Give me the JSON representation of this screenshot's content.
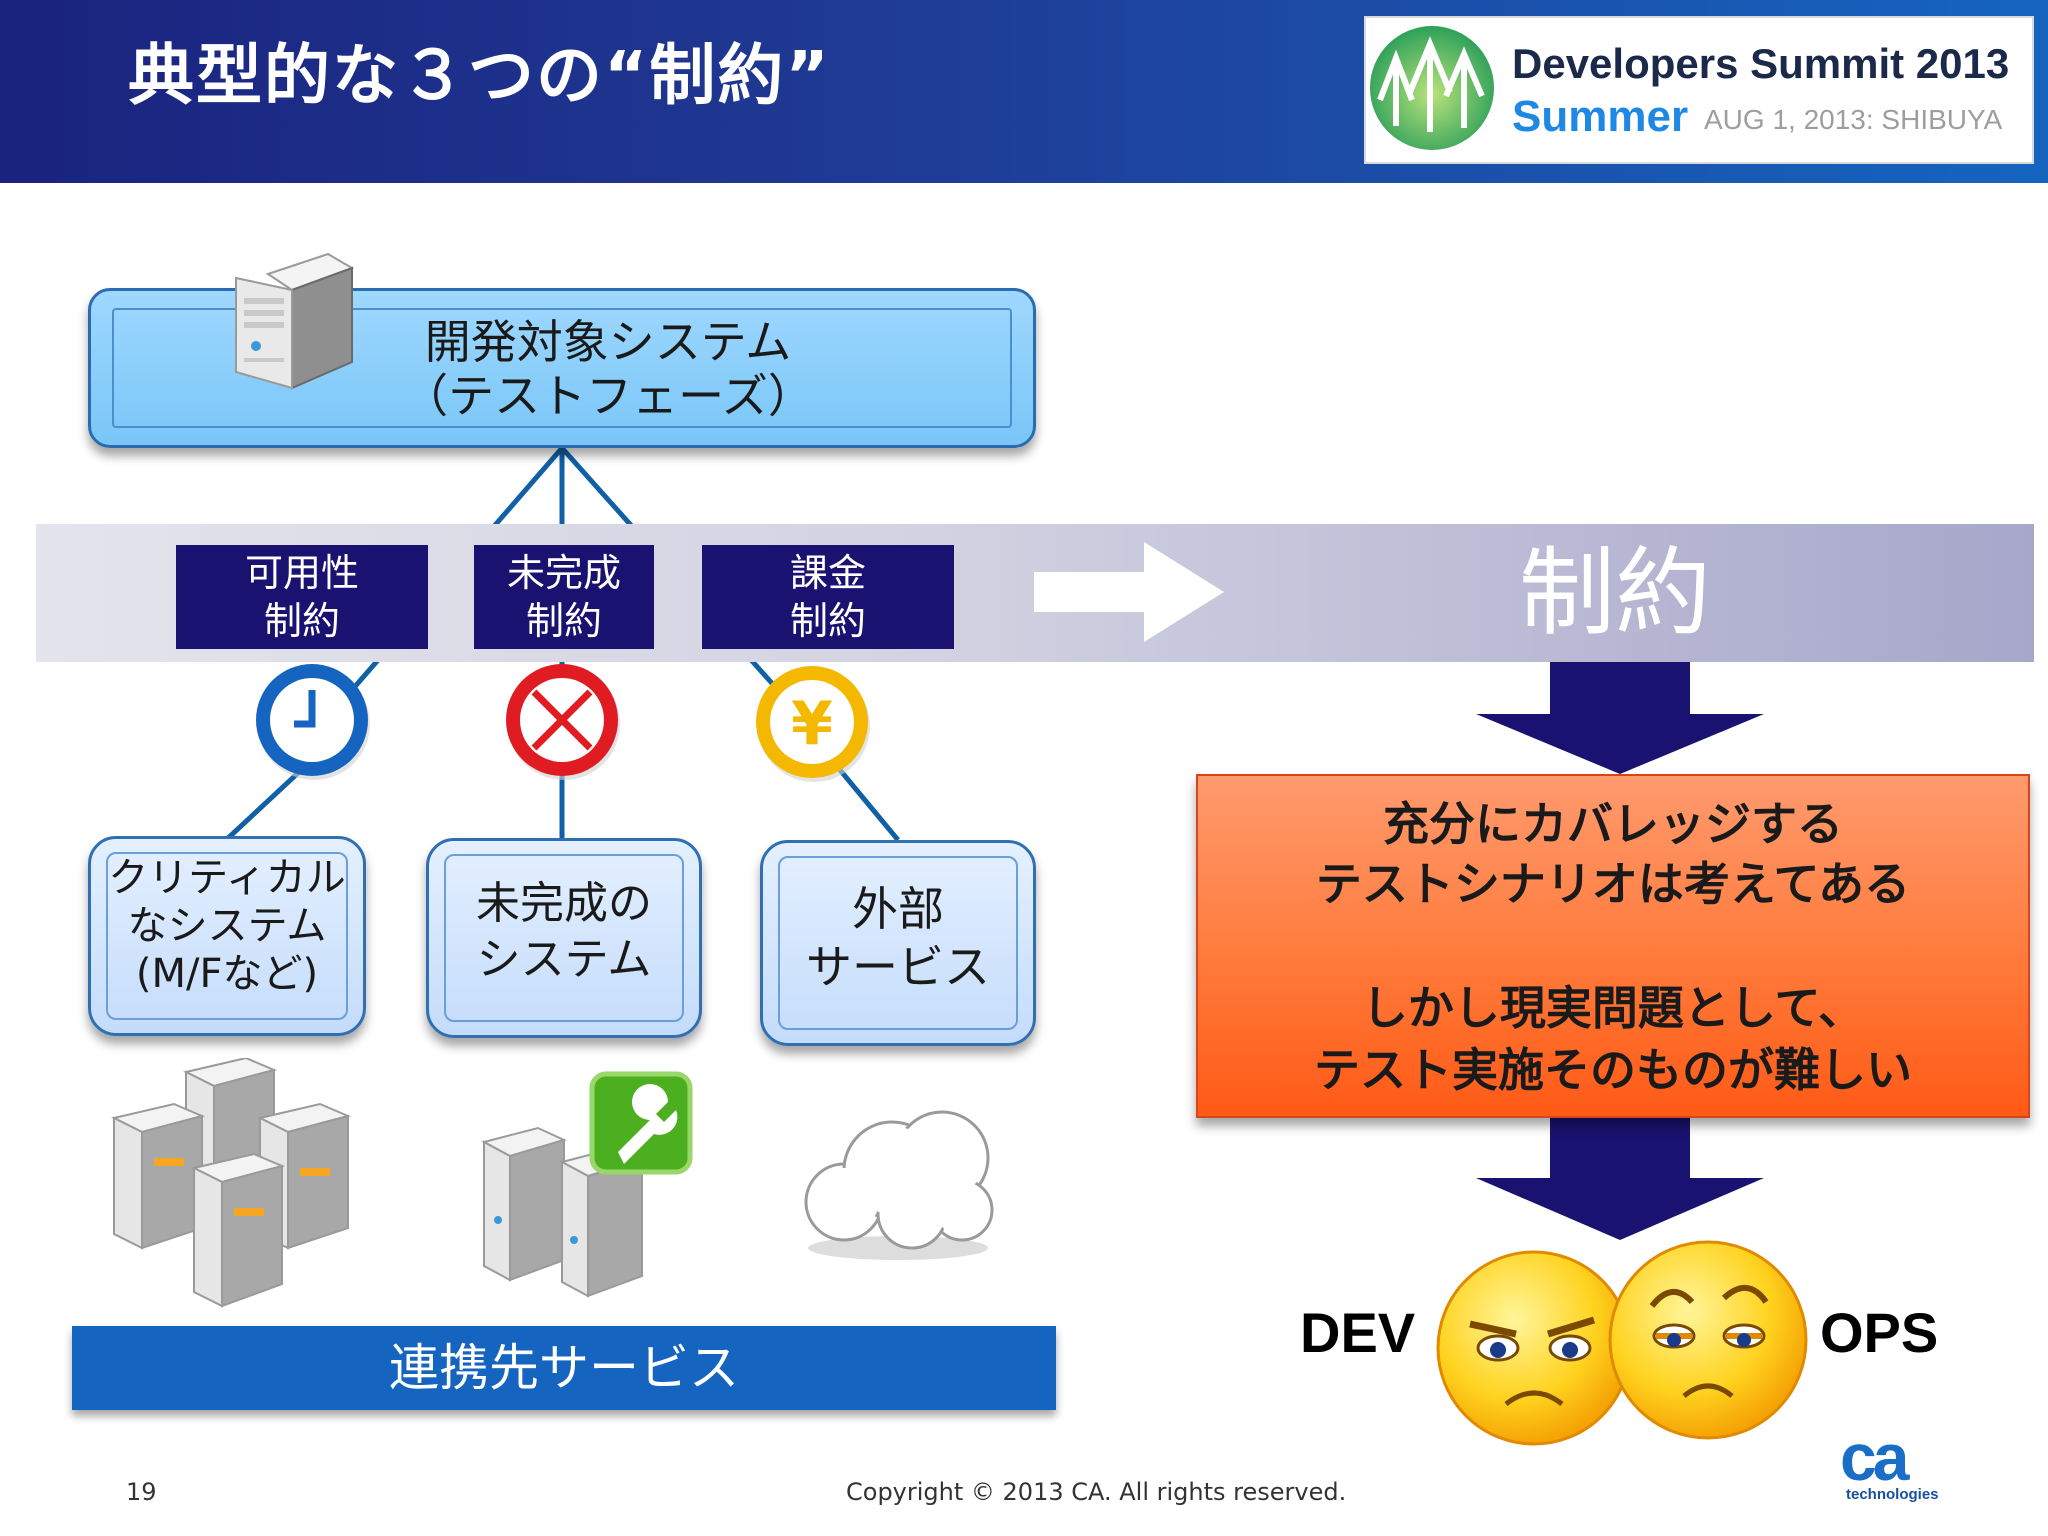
{
  "header": {
    "title": "典型的な３つの“制約”",
    "logo": {
      "event": "Developers Summit 2013",
      "season": "Summer",
      "date": "AUG 1, 2013: SHIBUYA"
    }
  },
  "target_system": {
    "line1": "開発対象システム",
    "line2": "（テストフェーズ）"
  },
  "constraints": [
    {
      "line1": "可用性",
      "line2": "制約",
      "icon": "clock-icon"
    },
    {
      "line1": "未完成",
      "line2": "制約",
      "icon": "x-mark-icon"
    },
    {
      "line1": "課金",
      "line2": "制約",
      "icon": "yen-icon"
    }
  ],
  "band_label": "制約",
  "issues": [
    {
      "lines": [
        "クリティカル",
        "なシステム",
        "(M/Fなど)"
      ]
    },
    {
      "lines": [
        "未完成の",
        "システム"
      ]
    },
    {
      "lines": [
        "外部",
        "サービス"
      ]
    }
  ],
  "services_bar": "連携先サービス",
  "result": {
    "lines": [
      "充分にカバレッジする",
      "テストシナリオは考えてある",
      "しかし現実問題として、",
      "テスト実施そのものが難しい"
    ]
  },
  "dev_label": "DEV",
  "ops_label": "OPS",
  "footer": {
    "page_number": "19",
    "copyright": "Copyright © 2013 CA. All rights reserved.",
    "company_logo": "ca",
    "company_sub": "technologies"
  },
  "colors": {
    "header_dark": "#1a237e",
    "header_light": "#1565c0",
    "constraint_label": "#1a1270",
    "result_orange": "#ff6a2a",
    "down_arrow": "#1a1270"
  }
}
